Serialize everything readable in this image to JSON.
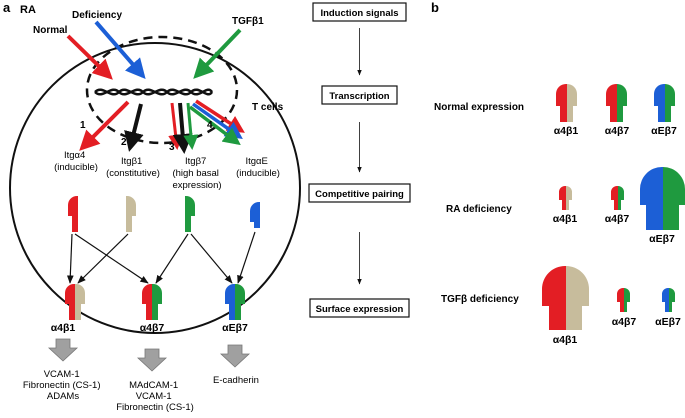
{
  "colors": {
    "red": "#e31e24",
    "blue": "#1c5fd6",
    "green": "#1f9a3f",
    "beige": "#c7bc9c",
    "gray_arrow": "#a0a0a0",
    "black": "#111111"
  },
  "panel_a": {
    "letter": "a",
    "ra_label": "RA",
    "signals": {
      "normal": "Normal",
      "deficiency": "Deficiency",
      "tgfb1": "TGFβ1"
    },
    "tcells_label": "T cells",
    "pathway_numbers": [
      "1",
      "2",
      "3",
      "4"
    ],
    "genes": {
      "itga4": [
        "Itgα4",
        "(inducible)"
      ],
      "itgb1": [
        "Itgβ1",
        "(constitutive)"
      ],
      "itgb7": [
        "Itgβ7",
        "(high basal",
        "expression)"
      ],
      "itgae": [
        "ItgαE",
        "(inducible)"
      ]
    },
    "integrins": {
      "a4b1": "α4β1",
      "a4b7": "α4β7",
      "aEb7": "αEβ7"
    },
    "ligands": {
      "a4b1": [
        "VCAM-1",
        "Fibronectin (CS-1)",
        "ADAMs"
      ],
      "a4b7": [
        "MAdCAM-1",
        "VCAM-1",
        "Fibronectin (CS-1)"
      ],
      "aEb7": [
        "E-cadherin"
      ]
    }
  },
  "steps": [
    "Induction signals",
    "Transcription",
    "Competitive pairing",
    "Surface expression"
  ],
  "panel_b": {
    "letter": "b",
    "rows": [
      {
        "label": "Normal expression",
        "integrins": [
          "α4β1",
          "α4β7",
          "αEβ7"
        ]
      },
      {
        "label": "RA deficiency",
        "integrins": [
          "α4β1",
          "α4β7",
          "αEβ7"
        ]
      },
      {
        "label": "TGFβ deficiency",
        "integrins": [
          "α4β1",
          "α4β7",
          "αEβ7"
        ]
      }
    ]
  }
}
